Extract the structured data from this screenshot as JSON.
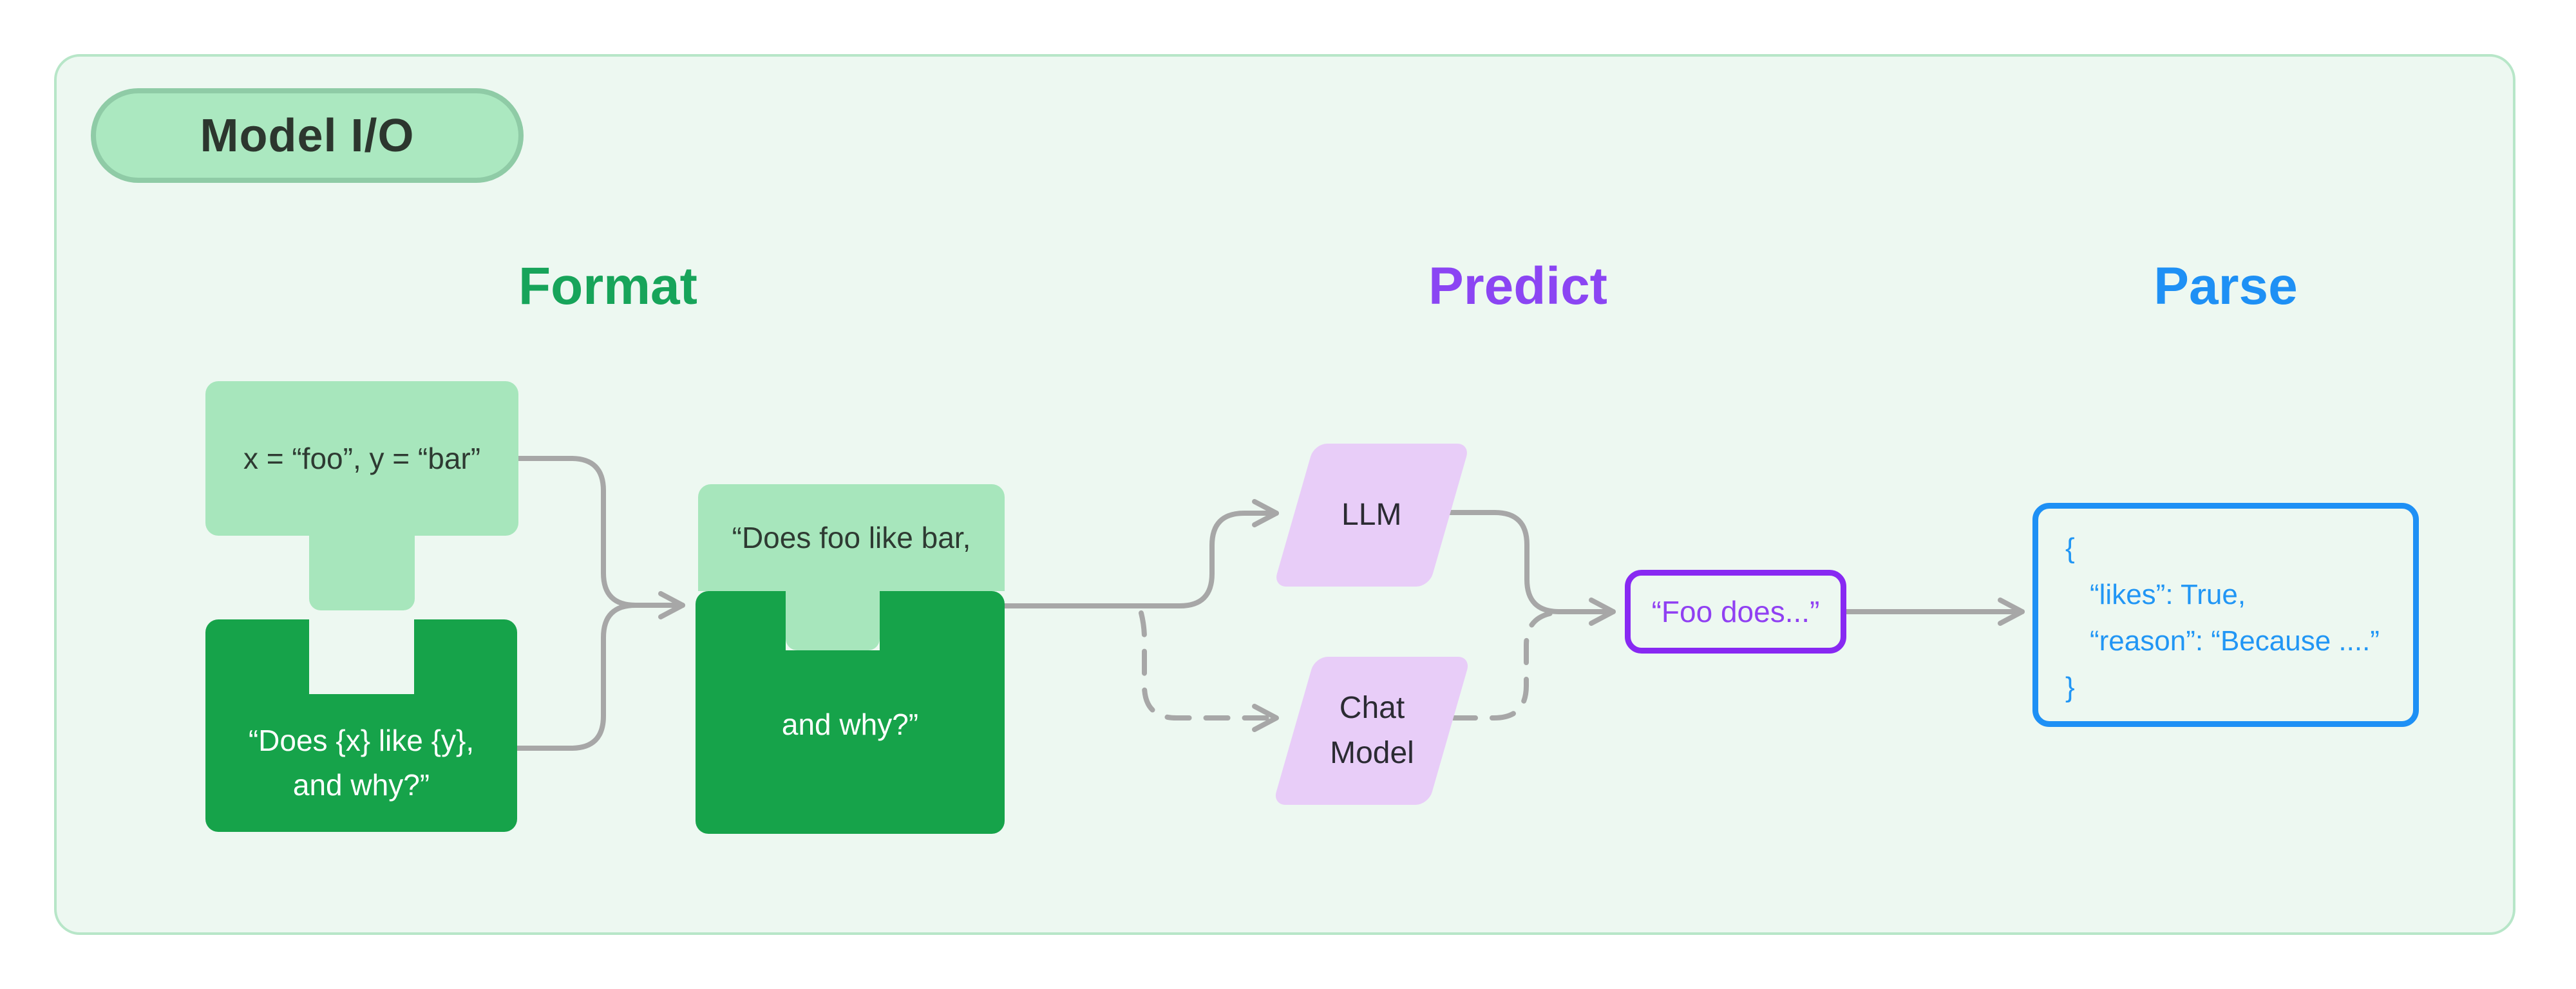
{
  "badge": {
    "label": "Model I/O"
  },
  "headings": {
    "format": {
      "label": "Format",
      "color": "#17a45a"
    },
    "predict": {
      "label": "Predict",
      "color": "#8b45f3"
    },
    "parse": {
      "label": "Parse",
      "color": "#1e90f5"
    }
  },
  "nodes": {
    "variables_piece": {
      "text": "x = “foo”, y = “bar”"
    },
    "template_piece": {
      "line1": "“Does {x} like {y},",
      "line2": "and why?”"
    },
    "formatted_prompt": {
      "line1": "“Does foo like bar,",
      "line2": "and why?”"
    },
    "llm": {
      "label": "LLM"
    },
    "chat_model": {
      "line1": "Chat",
      "line2": "Model"
    },
    "completion": {
      "text": "“Foo does...”"
    },
    "parsed_output": {
      "lines": [
        "{",
        "“likes”: True,",
        "“reason”: “Because ....”",
        "}"
      ]
    }
  },
  "colors": {
    "container_bg": "#edf8f1",
    "container_border": "#b7e6c8",
    "badge_bg": "#abe8c0",
    "badge_border": "#8fcba6",
    "light_green": "#a7e6bc",
    "dark_green": "#16a34a",
    "format_heading": "#17a45a",
    "predict_heading": "#8b45f3",
    "parse_heading": "#1e90f5",
    "parallelogram_fill": "#e8cdf8",
    "completion_border": "#8829f2",
    "completion_text": "#9040f2",
    "json_border": "#1e90f5",
    "json_text": "#2196f5",
    "wire_gray": "#a7a7a7"
  }
}
